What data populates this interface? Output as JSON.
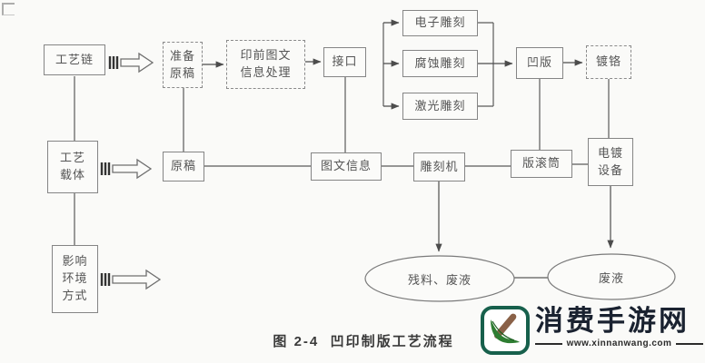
{
  "colors": {
    "background": "#fafaf8",
    "box_border": "#858585",
    "box_text": "#555555",
    "line": "#5a5a5a",
    "caption_text": "#3a3a3a",
    "watermark_green": "#17604c",
    "watermark_dark": "#1a2230",
    "leaf_green": "#2e7d32",
    "stick_brown": "#8a6148"
  },
  "nodes": {
    "process_chain": "工艺链",
    "process_carrier": "工艺\n载体",
    "env_impact": "影响\n环境\n方式",
    "prepare_original": "准备\n原稿",
    "prepress_processing": "印前图文\n信息处理",
    "interface": "接口",
    "electronic_engraving": "电子雕刻",
    "etching_engraving": "腐蚀雕刻",
    "laser_engraving": "激光雕刻",
    "gravure_plate": "凹版",
    "chrome_plating": "镀铬",
    "original": "原稿",
    "graphic_info": "图文信息",
    "engraving_machine": "雕刻机",
    "plate_cylinder": "版滚筒",
    "electroplating_equipment": "电镀\n设备",
    "residue_waste": "残料、废液",
    "waste_liquid": "废液"
  },
  "caption": "图 2-4  凹印制版工艺流程",
  "watermark": {
    "site_name": "消费手游网",
    "site_url": "www.xinnanwang.com"
  }
}
